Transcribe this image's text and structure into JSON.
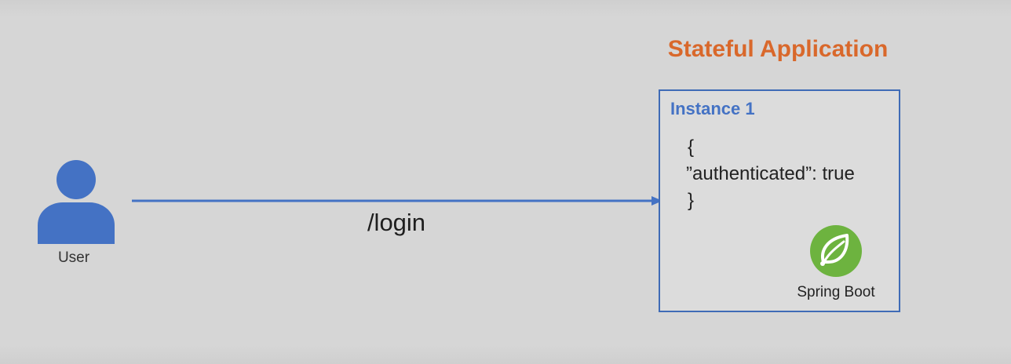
{
  "user": {
    "label": "User"
  },
  "request": {
    "path": "/login"
  },
  "application": {
    "title": "Stateful Application",
    "instance": {
      "title": "Instance 1",
      "session_json": {
        "open_brace": "{",
        "key_value": "”authenticated”: true",
        "close_brace": "}"
      },
      "framework_label": "Spring Boot"
    }
  },
  "colors": {
    "title_orange": "#d9682b",
    "accent_blue": "#4472c4",
    "spring_green": "#6db33f"
  },
  "icons": {
    "user": "user-icon",
    "spring": "spring-boot-leaf-icon"
  }
}
